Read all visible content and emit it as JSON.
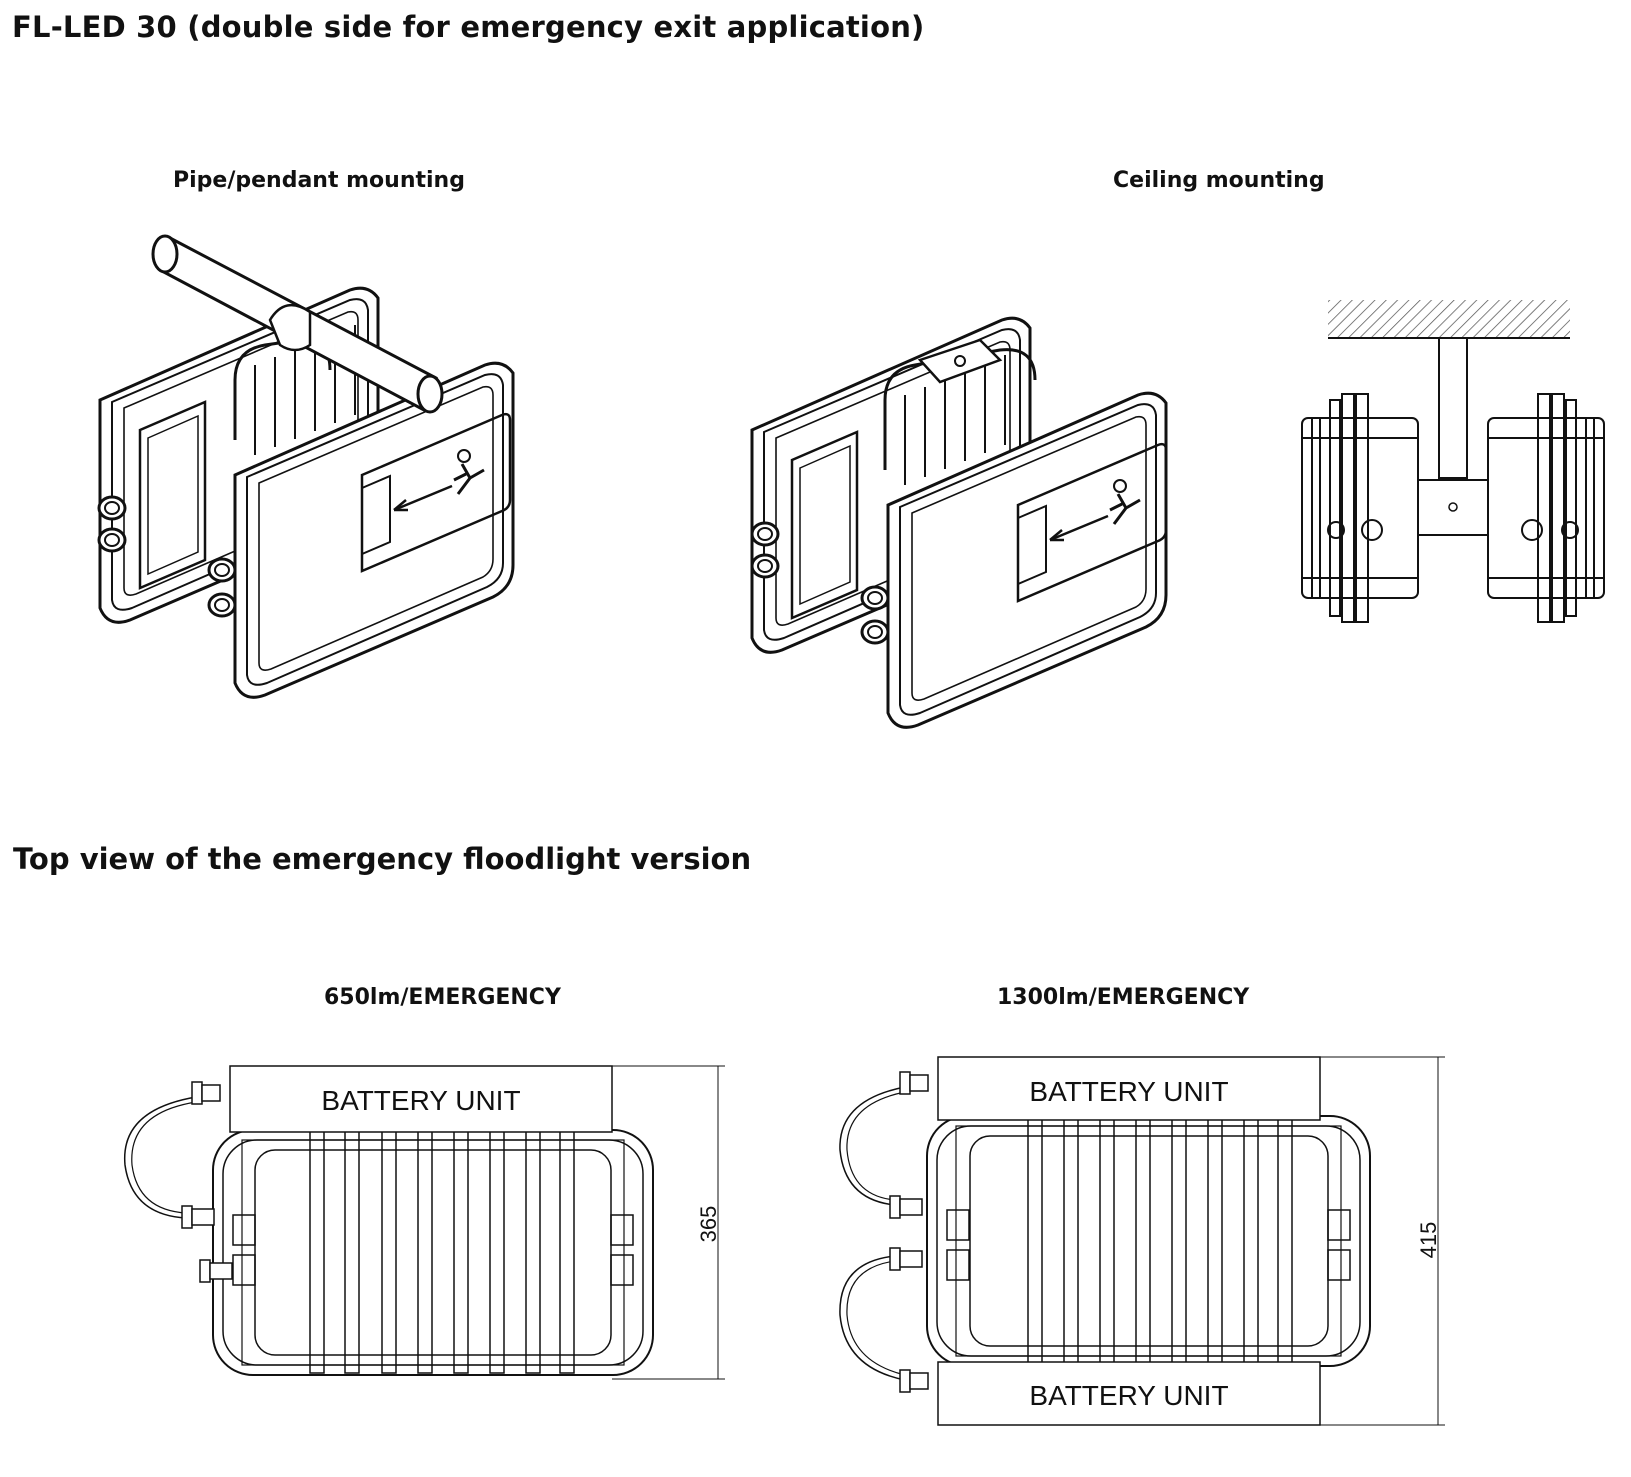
{
  "page": {
    "title": "FL-LED 30 (double side for emergency exit application)",
    "section_top_view": "Top view of the emergency floodlight version"
  },
  "mounting": {
    "pipe_caption": "Pipe/pendant mounting",
    "ceiling_caption": "Ceiling mounting"
  },
  "top_views": {
    "left": {
      "caption": "650lm/EMERGENCY",
      "battery_label": "BATTERY UNIT",
      "dimension": "365"
    },
    "right": {
      "caption": "1300lm/EMERGENCY",
      "battery_label_top": "BATTERY UNIT",
      "battery_label_bottom": "BATTERY UNIT",
      "dimension": "415"
    }
  },
  "colors": {
    "line": "#111111",
    "hatch": "#555555"
  }
}
